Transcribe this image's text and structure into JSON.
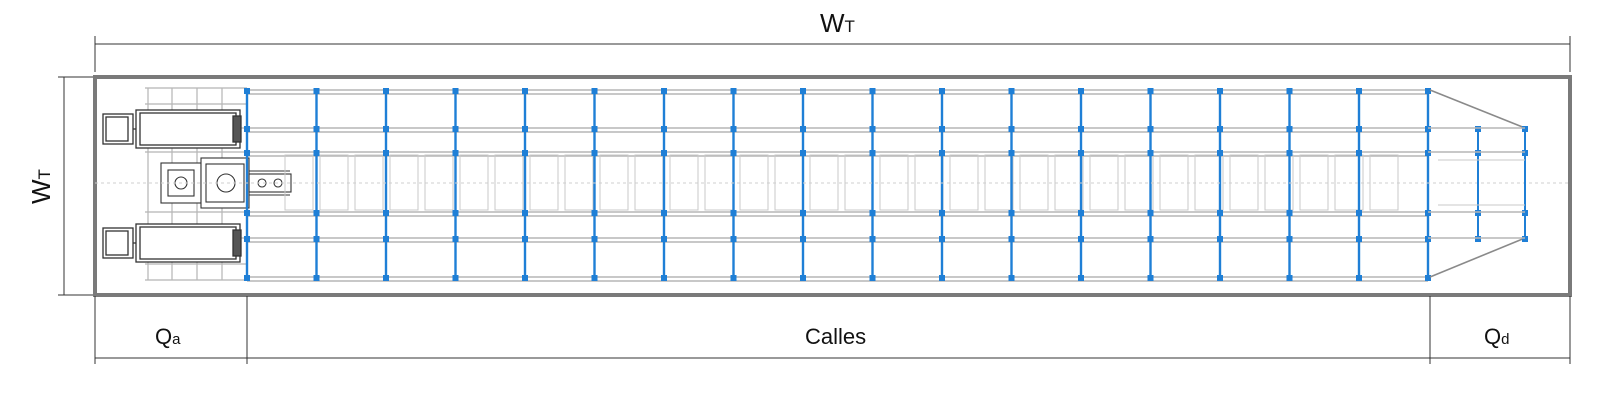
{
  "labels": {
    "overall_width": {
      "main": "W",
      "sub": "T"
    },
    "overall_height": {
      "main": "W",
      "sub": "T"
    },
    "section_a": {
      "main": "Q",
      "sub": "a"
    },
    "section_middle": "Calles",
    "section_d": {
      "main": "Q",
      "sub": "d"
    }
  },
  "colors": {
    "outline": "#7a7a7a",
    "rack_upright": "#1f7fd6",
    "rack_beam": "#b5b5b5",
    "dimension_line": "#333333",
    "machine": "#333333"
  },
  "icons": [
    "truck-icon",
    "truck-icon",
    "forklift-icon"
  ]
}
